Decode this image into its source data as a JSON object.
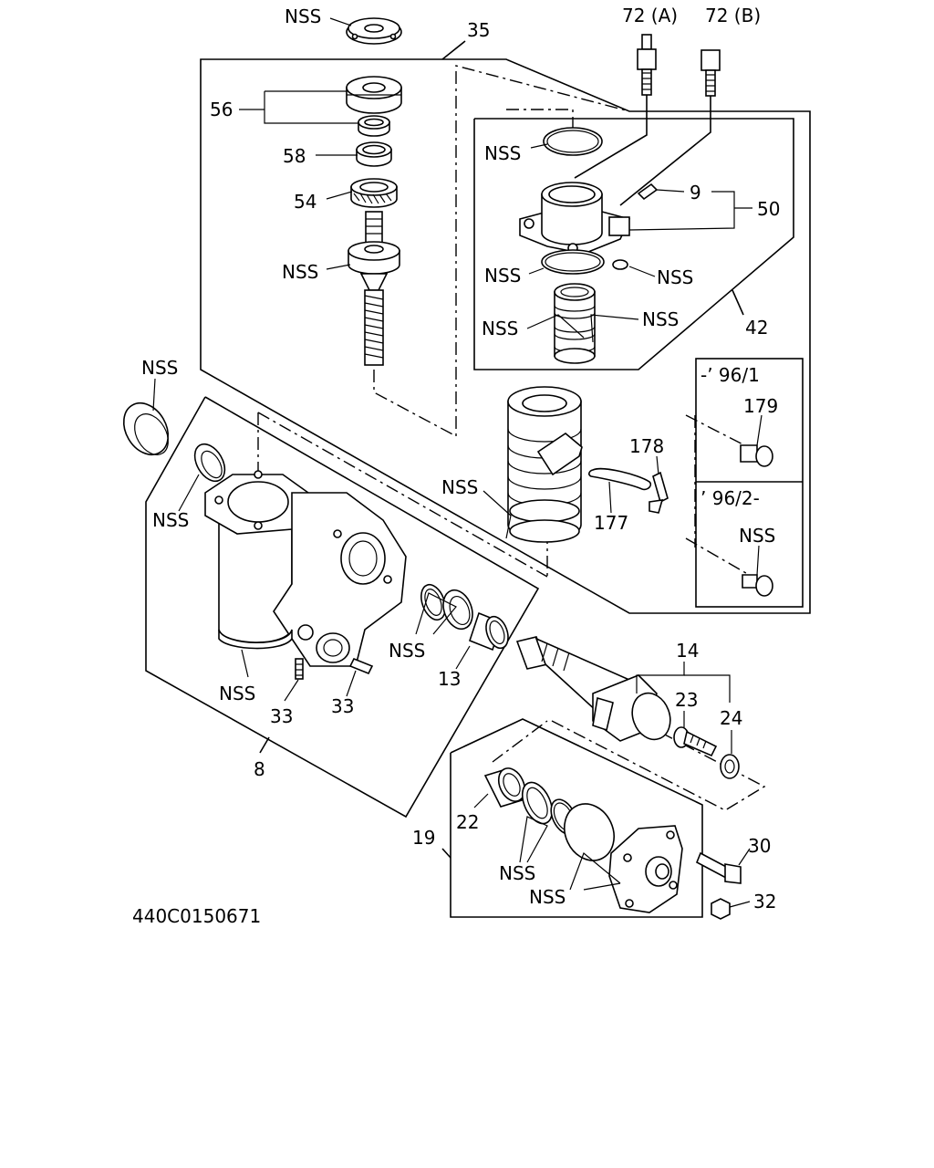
{
  "labels": {
    "nss_top": "NSS",
    "p35": "35",
    "p72a": "72 (A)",
    "p72b": "72 (B)",
    "p56": "56",
    "p58": "58",
    "p54": "54",
    "nss_shaft": "NSS",
    "nss_oring": "NSS",
    "p9": "9",
    "p50": "50",
    "nss_valve_left": "NSS",
    "nss_valve_right": "NSS",
    "nss_seals_left": "NSS",
    "nss_seals_right": "NSS",
    "p42": "42",
    "nss_boot": "NSS",
    "nss_ring": "NSS",
    "range1": "-’ 96/1",
    "p179": "179",
    "p178": "178",
    "range2": "’ 96/2-",
    "nss_bolt2": "NSS",
    "nss_piston": "NSS",
    "p177": "177",
    "nss_housing_seals": "NSS",
    "p13": "13",
    "p14": "14",
    "p23": "23",
    "p24": "24",
    "nss_housing": "NSS",
    "p33a": "33",
    "p33b": "33",
    "p8": "8",
    "p22": "22",
    "p19": "19",
    "p30": "30",
    "nss_cover1": "NSS",
    "nss_cover2": "NSS",
    "p32": "32",
    "drawing_no": "440C0150671"
  }
}
